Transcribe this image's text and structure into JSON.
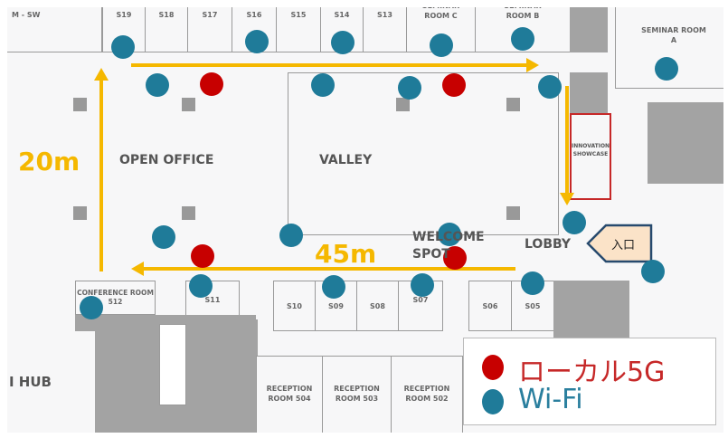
{
  "rooms_top": [
    "S19",
    "S18",
    "S17",
    "S16",
    "S15",
    "S14",
    "S13",
    "SEMINAR ROOM C",
    "SEMINAR ROOM B"
  ],
  "room_sw": "M - SW",
  "seminar_a": "SEMINAR ROOM A",
  "areas": {
    "open_office": "OPEN OFFICE",
    "valley": "VALLEY",
    "welcome_spot": "WELCOME SPOT",
    "lobby": "LOBBY",
    "innovation": "INNOVATION SHOWCASE",
    "hub": "I HUB"
  },
  "rooms_bottom": {
    "conf": "CONFERENCE ROOM 512",
    "s11": "S11",
    "s10": "S10",
    "s09": "S09",
    "s08": "S08",
    "s07": "S07",
    "s06": "S06",
    "s05": "S05"
  },
  "reception": [
    "RECEPTION ROOM 504",
    "RECEPTION ROOM 503",
    "RECEPTION ROOM 502"
  ],
  "distances": {
    "vertical": "20m",
    "horizontal": "45m"
  },
  "entrance": "入口",
  "legend": {
    "local5g": "ローカル5G",
    "wifi": "Wi-Fi"
  },
  "colors": {
    "local5g": "#c70000",
    "wifi": "#1f7b99",
    "path": "#f5b800"
  }
}
